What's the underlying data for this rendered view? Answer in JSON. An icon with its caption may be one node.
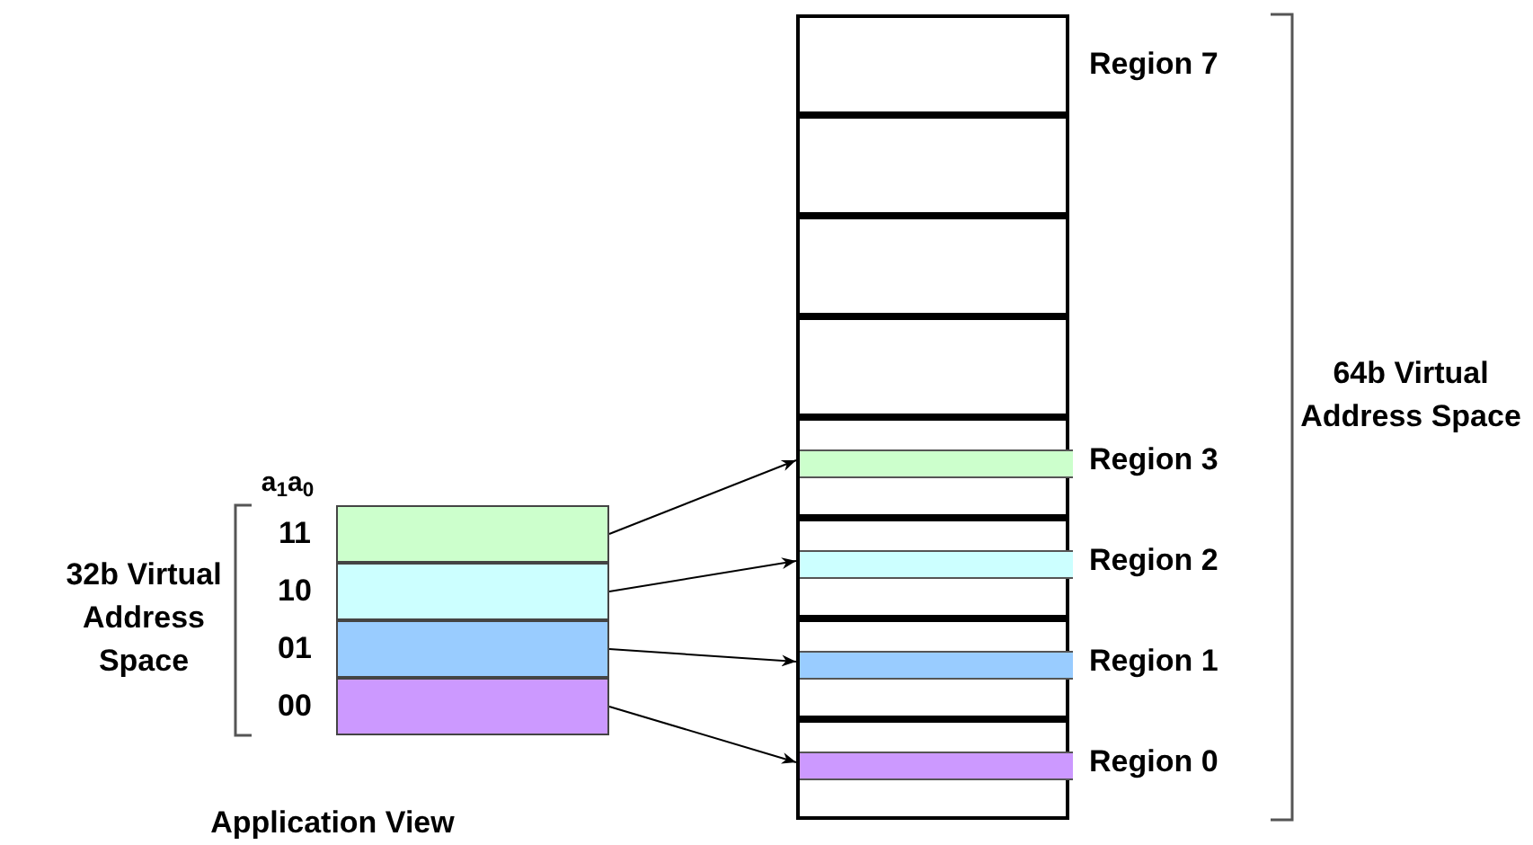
{
  "diagram": {
    "nodes": [
      {
        "text": [],
        "shape": "box",
        "beside": [
          "Region 7"
        ]
      },
      {
        "text": [],
        "shape": "box"
      },
      {
        "text": [],
        "shape": "box"
      },
      {
        "text": [],
        "shape": "box"
      },
      {
        "text": [],
        "shape": "box",
        "beside": [
          "Region 3"
        ]
      },
      {
        "text": [],
        "shape": "box",
        "beside": [
          "Region 2"
        ]
      },
      {
        "text": [],
        "shape": "box",
        "beside": [
          "Region 1"
        ]
      },
      {
        "text": [],
        "shape": "box",
        "beside": [
          "Region 0"
        ]
      },
      {
        "text": [],
        "shape": "bar",
        "in": 4
      },
      {
        "text": [],
        "shape": "bar",
        "in": 5
      },
      {
        "text": [],
        "shape": "bar",
        "in": 6
      },
      {
        "text": [],
        "shape": "bar",
        "in": 7
      },
      {
        "text": [],
        "shape": "box",
        "beside": [
          "11"
        ]
      },
      {
        "text": [],
        "shape": "box",
        "beside": [
          "10"
        ]
      },
      {
        "text": [],
        "shape": "box",
        "beside": [
          "01"
        ]
      },
      {
        "text": [],
        "shape": "box",
        "beside": [
          "00"
        ]
      }
    ],
    "edges": [
      {
        "from": 12,
        "to": 8,
        "arrow": "to"
      },
      {
        "from": 13,
        "to": 9,
        "arrow": "to"
      },
      {
        "from": 14,
        "to": 10,
        "arrow": "to"
      },
      {
        "from": 15,
        "to": 11,
        "arrow": "to"
      }
    ],
    "labels": [
      "a$_{1}$a$_{0}$",
      "32b Virtual Address Space",
      "64b Virtual Address Space",
      "Application View"
    ]
  }
}
